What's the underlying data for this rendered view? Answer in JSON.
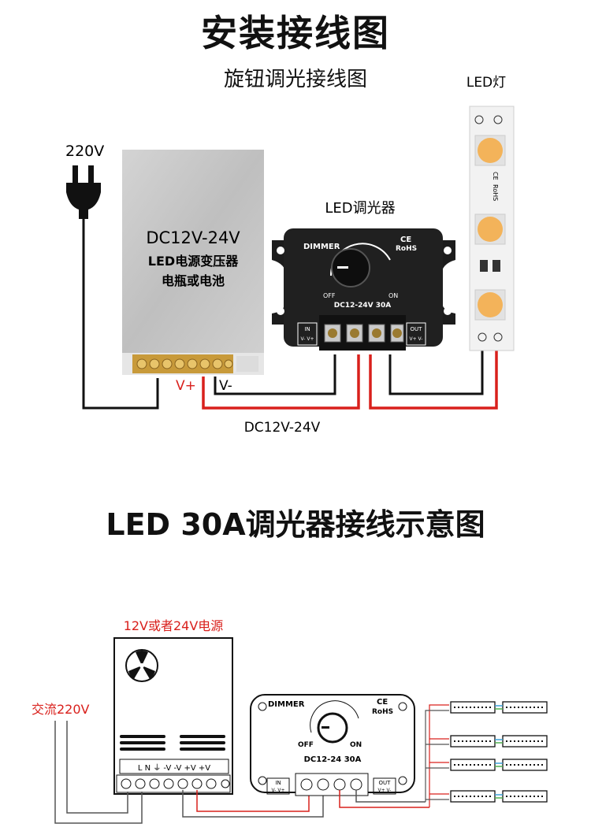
{
  "title": "安装接线图",
  "subtitle": "旋钮调光接线图",
  "top_diagram": {
    "ac_label": "220V",
    "psu": {
      "line1": "DC12V-24V",
      "line2": "LED电源变压器",
      "line3": "电瓶或电池"
    },
    "psu_terminal_plus": "V+",
    "psu_terminal_minus": "V-",
    "dimmer_title": "LED调光器",
    "dimmer_brand": "DIMMER",
    "dimmer_ce": "CE",
    "dimmer_rohs": "RoHS",
    "dimmer_off": "OFF",
    "dimmer_on": "ON",
    "dimmer_rating": "DC12-24V 30A",
    "dimmer_in": "IN",
    "dimmer_in_pins": "V- V+",
    "dimmer_out": "OUT",
    "dimmer_out_pins": "V+ V-",
    "led_title": "LED灯",
    "led_marks": [
      "CE",
      "RoHS"
    ],
    "bottom_label": "DC12V-24V"
  },
  "second_title": "LED 30A调光器接线示意图",
  "bottom_diagram": {
    "psu_label": "12V或者24V电源",
    "ac_label": "交流220V",
    "psu_terminals": "L N ⏚ -V -V +V +V",
    "dimmer_brand": "DIMMER",
    "dimmer_ce": "CE",
    "dimmer_rohs": "RoHS",
    "dimmer_off": "OFF",
    "dimmer_on": "ON",
    "dimmer_rating": "DC12-24 30A",
    "dimmer_in": "IN",
    "dimmer_in_pins": "V- V+",
    "dimmer_out": "OUT",
    "dimmer_out_pins": "V+ V-"
  },
  "colors": {
    "wire_red": "#d9201c",
    "wire_black": "#111111",
    "wire_gray": "#8c8c8c",
    "led_yellow": "#f3b35a",
    "psu_silver": "#c8c8c8"
  }
}
